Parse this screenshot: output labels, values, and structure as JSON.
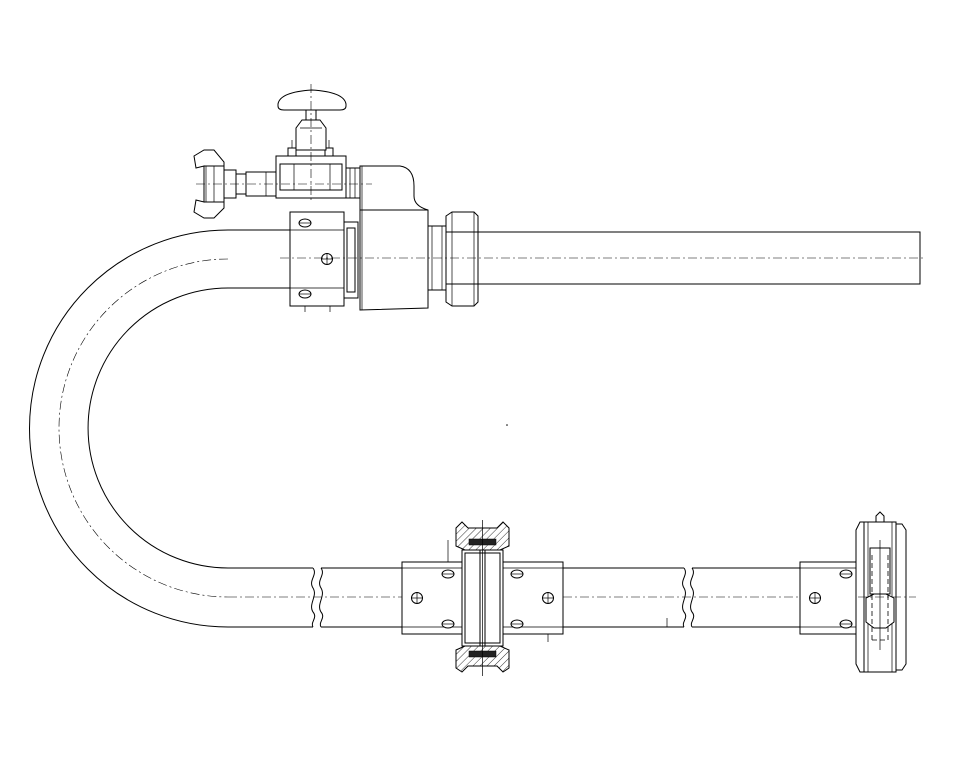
{
  "drawing": {
    "kind": "technical line drawing",
    "line_color": "#000000",
    "background_color": "#ffffff",
    "components": [
      "return-bend-hose",
      "gate-valve",
      "claw-coupling",
      "union-nut",
      "pipe-clamp",
      "hose-coupling-with-seal",
      "end-cap-coupling"
    ]
  }
}
